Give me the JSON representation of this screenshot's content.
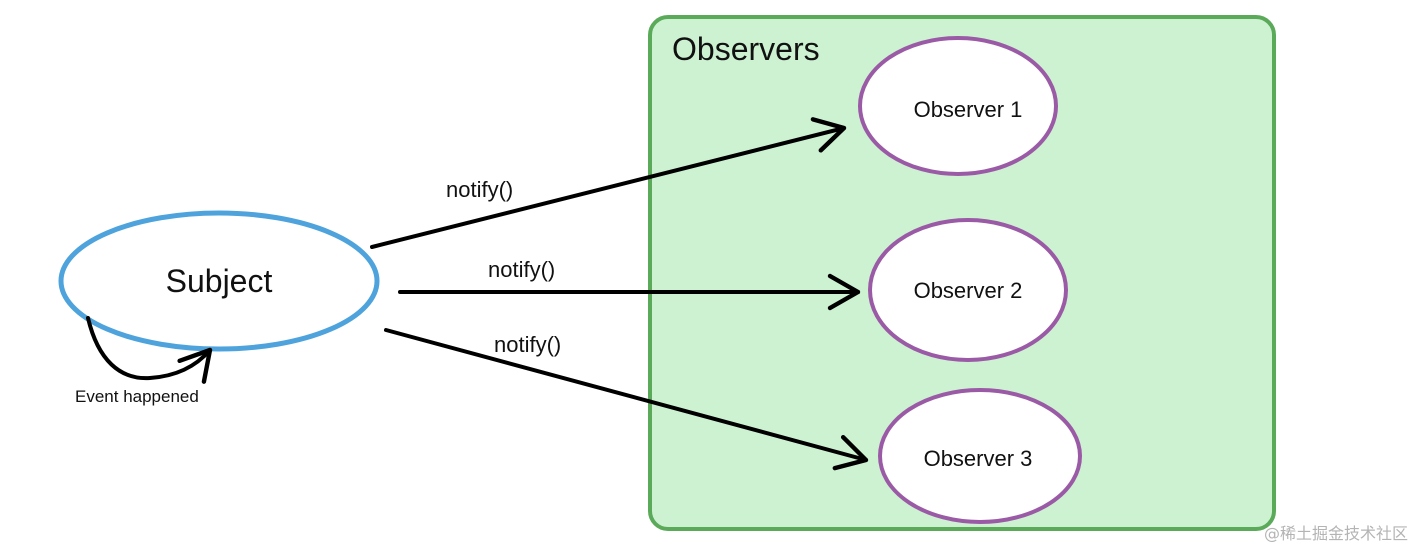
{
  "group": {
    "title": "Observers"
  },
  "subject": {
    "label": "Subject"
  },
  "self_loop": {
    "label": "Event happened"
  },
  "observers": [
    {
      "label": "Observer 1"
    },
    {
      "label": "Observer 2"
    },
    {
      "label": "Observer 3"
    }
  ],
  "edges": [
    {
      "label": "notify()"
    },
    {
      "label": "notify()"
    },
    {
      "label": "notify()"
    }
  ],
  "watermark": "@稀土掘金技术社区",
  "colors": {
    "group_fill": "#cdf2d2",
    "group_border": "#5aaa5a",
    "subject_border": "#4ea3dc",
    "observer_border": "#9b5aa6",
    "arrow": "#000000"
  }
}
